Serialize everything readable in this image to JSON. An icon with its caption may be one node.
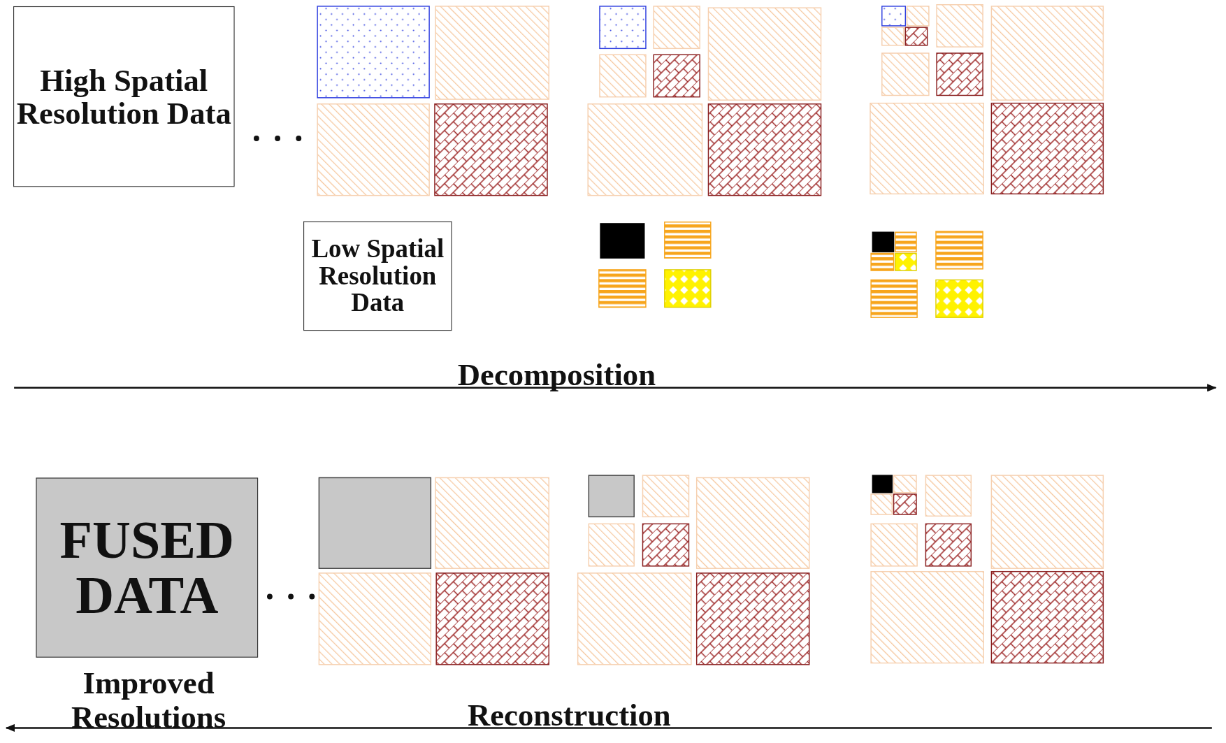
{
  "diagram": {
    "nodes": [
      {
        "text": [
          "High Spatial Resolution Data"
        ]
      },
      {
        "text": [
          "Low Spatial Resolution Data"
        ]
      },
      {
        "text": [
          "FUSED DATA"
        ],
        "beside": [
          "Improved Resolutions"
        ]
      }
    ],
    "labels": [
      "Decomposition",
      "Reconstruction"
    ]
  }
}
